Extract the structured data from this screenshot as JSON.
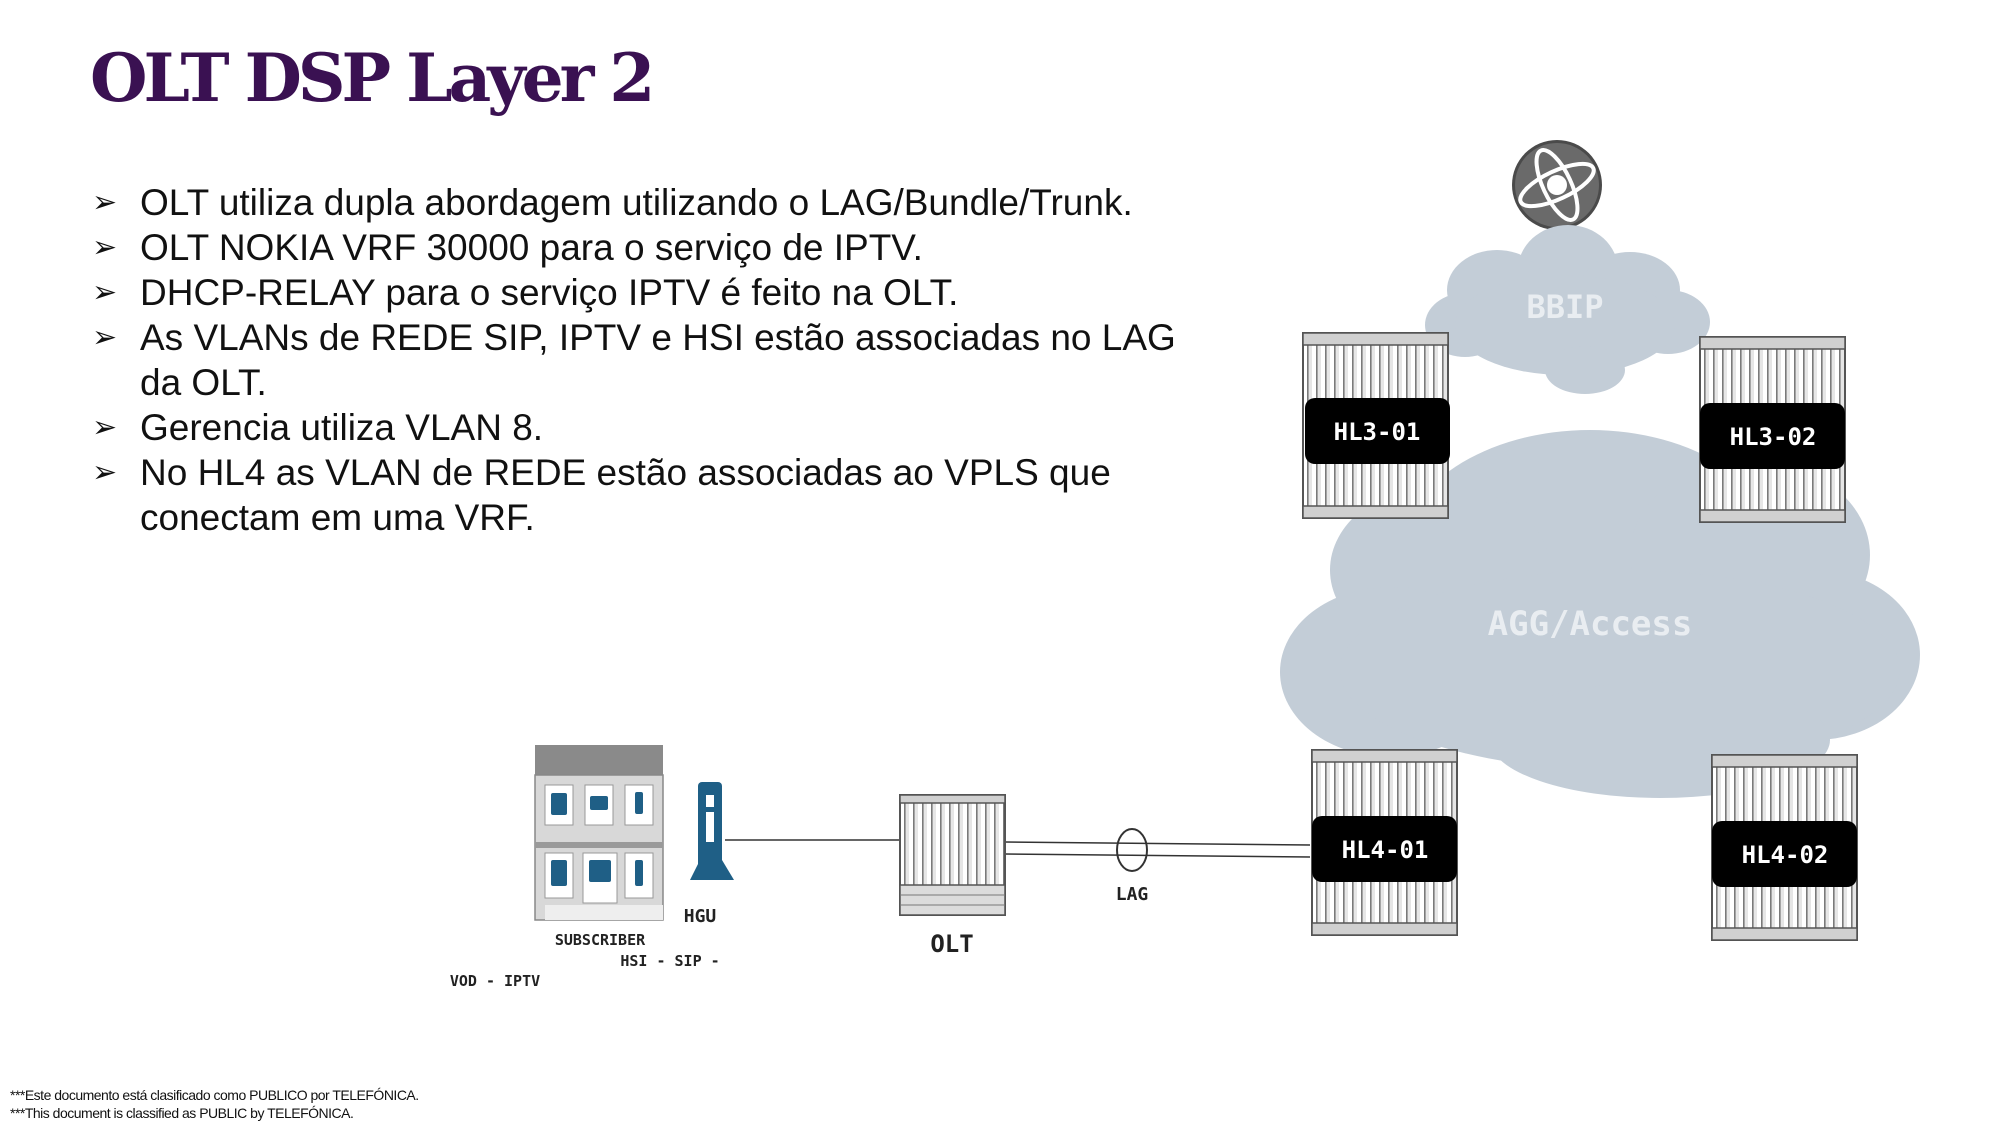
{
  "slide": {
    "title": "OLT DSP Layer 2",
    "bullet_icon": "arrowhead-bullet-icon",
    "bullets": [
      "OLT utiliza dupla abordagem utilizando o LAG/Bundle/Trunk.",
      "OLT NOKIA VRF 30000 para o serviço de  IPTV.",
      "DHCP-RELAY para o serviço IPTV é feito na OLT.",
      "As VLANs de REDE SIP, IPTV e HSI  estão associadas no LAG da OLT.",
      "Gerencia utiliza VLAN 8.",
      "No HL4 as VLAN de REDE  estão  associadas ao VPLS que conectam em uma VRF."
    ]
  },
  "diagram": {
    "clouds": {
      "bbip": "BBIP",
      "agg": "AGG/Access"
    },
    "routers": {
      "hl3_01": "HL3-01",
      "hl3_02": "HL3-02",
      "hl4_01": "HL4-01",
      "hl4_02": "HL4-02"
    },
    "labels": {
      "lag": "LAG",
      "olt": "OLT",
      "hgu": "HGU",
      "subscriber": "SUBSCRIBER",
      "services_line1": "HSI - SIP -",
      "services_line2": "VOD - IPTV"
    },
    "colors": {
      "cloud": "#c3cdd7",
      "cloud_text": "#e9edf1",
      "router_label_bg": "#000000",
      "hgu": "#1f5f86",
      "title": "#3a1152"
    }
  },
  "footer": {
    "line1": "***Este documento está clasificado como PUBLICO por TELEFÓNICA.",
    "line2": "***This document is classified as PUBLIC by TELEFÓNICA."
  }
}
